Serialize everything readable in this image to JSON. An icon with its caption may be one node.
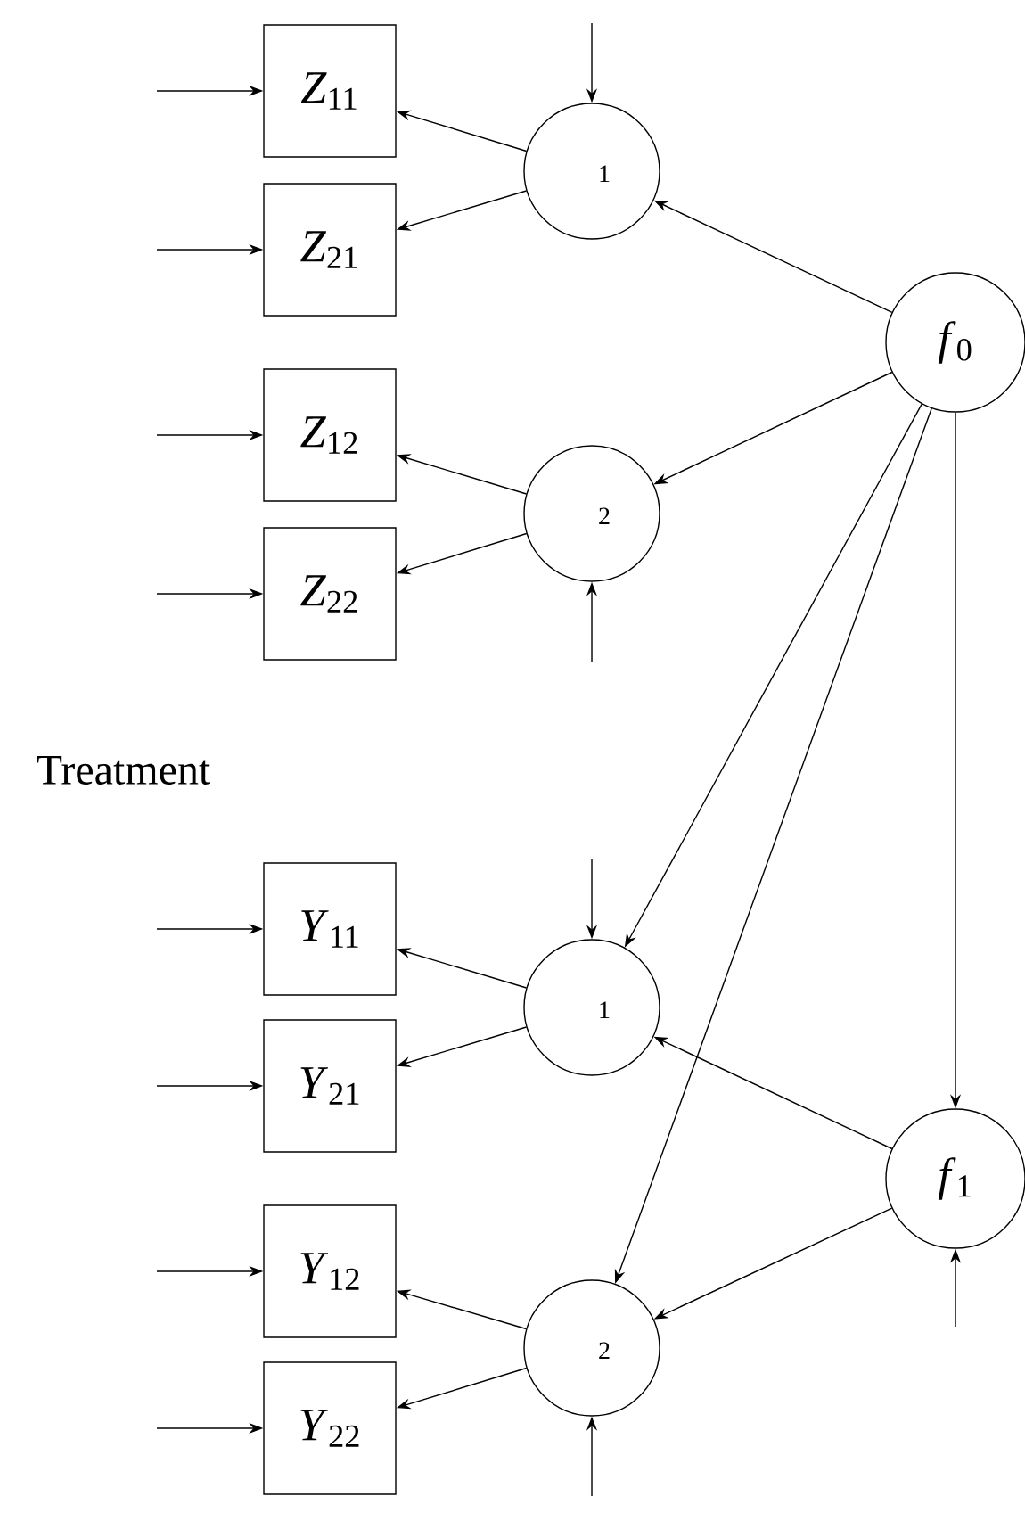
{
  "diagram": {
    "nodes": [
      {
        "text": [
          "*Z*$_{11}$"
        ]
      },
      {
        "text": [
          "*Z*$_{21}$"
        ]
      },
      {
        "text": [
          "1"
        ]
      },
      {
        "text": [
          "*f*$_{0}$"
        ]
      },
      {
        "text": [
          "*Z*$_{12}$"
        ]
      },
      {
        "text": [
          "*Z*$_{22}$"
        ]
      },
      {
        "text": [
          "2"
        ]
      },
      {
        "text": [
          "*Y*$_{11}$"
        ]
      },
      {
        "text": [
          "*Y*$_{21}$"
        ]
      },
      {
        "text": [
          "1"
        ]
      },
      {
        "text": [
          "*f*$_{1}$"
        ]
      },
      {
        "text": [
          "*Y*$_{12}$"
        ]
      },
      {
        "text": [
          "*Y*$_{22}$"
        ]
      },
      {
        "text": [
          "2"
        ]
      }
    ],
    "edges": [
      {
        "from": null,
        "to": 0,
        "arrow": "to"
      },
      {
        "from": null,
        "to": 1,
        "arrow": "to"
      },
      {
        "from": null,
        "to": 4,
        "arrow": "to"
      },
      {
        "from": null,
        "to": 5,
        "arrow": "to"
      },
      {
        "from": null,
        "to": 7,
        "arrow": "to"
      },
      {
        "from": null,
        "to": 8,
        "arrow": "to"
      },
      {
        "from": null,
        "to": 11,
        "arrow": "to"
      },
      {
        "from": null,
        "to": 12,
        "arrow": "to"
      },
      {
        "from": 2,
        "to": 0,
        "arrow": "to"
      },
      {
        "from": 2,
        "to": 1,
        "arrow": "to"
      },
      {
        "from": 6,
        "to": 4,
        "arrow": "to"
      },
      {
        "from": 6,
        "to": 5,
        "arrow": "to"
      },
      {
        "from": 9,
        "to": 7,
        "arrow": "to"
      },
      {
        "from": 9,
        "to": 8,
        "arrow": "to"
      },
      {
        "from": 13,
        "to": 11,
        "arrow": "to"
      },
      {
        "from": 13,
        "to": 12,
        "arrow": "to"
      },
      {
        "from": null,
        "to": 2,
        "arrow": "to"
      },
      {
        "from": null,
        "to": 6,
        "arrow": "to"
      },
      {
        "from": null,
        "to": 9,
        "arrow": "to"
      },
      {
        "from": null,
        "to": 13,
        "arrow": "to"
      },
      {
        "from": null,
        "to": 10,
        "arrow": "to"
      },
      {
        "from": 3,
        "to": 2,
        "arrow": "to"
      },
      {
        "from": 3,
        "to": 6,
        "arrow": "to"
      },
      {
        "from": 3,
        "to": 9,
        "arrow": "to"
      },
      {
        "from": 3,
        "to": 13,
        "arrow": "to"
      },
      {
        "from": 3,
        "to": 10,
        "arrow": "to"
      },
      {
        "from": 10,
        "to": 9,
        "arrow": "to"
      },
      {
        "from": 10,
        "to": 13,
        "arrow": "to"
      }
    ],
    "labels": [
      "Treatment"
    ]
  }
}
